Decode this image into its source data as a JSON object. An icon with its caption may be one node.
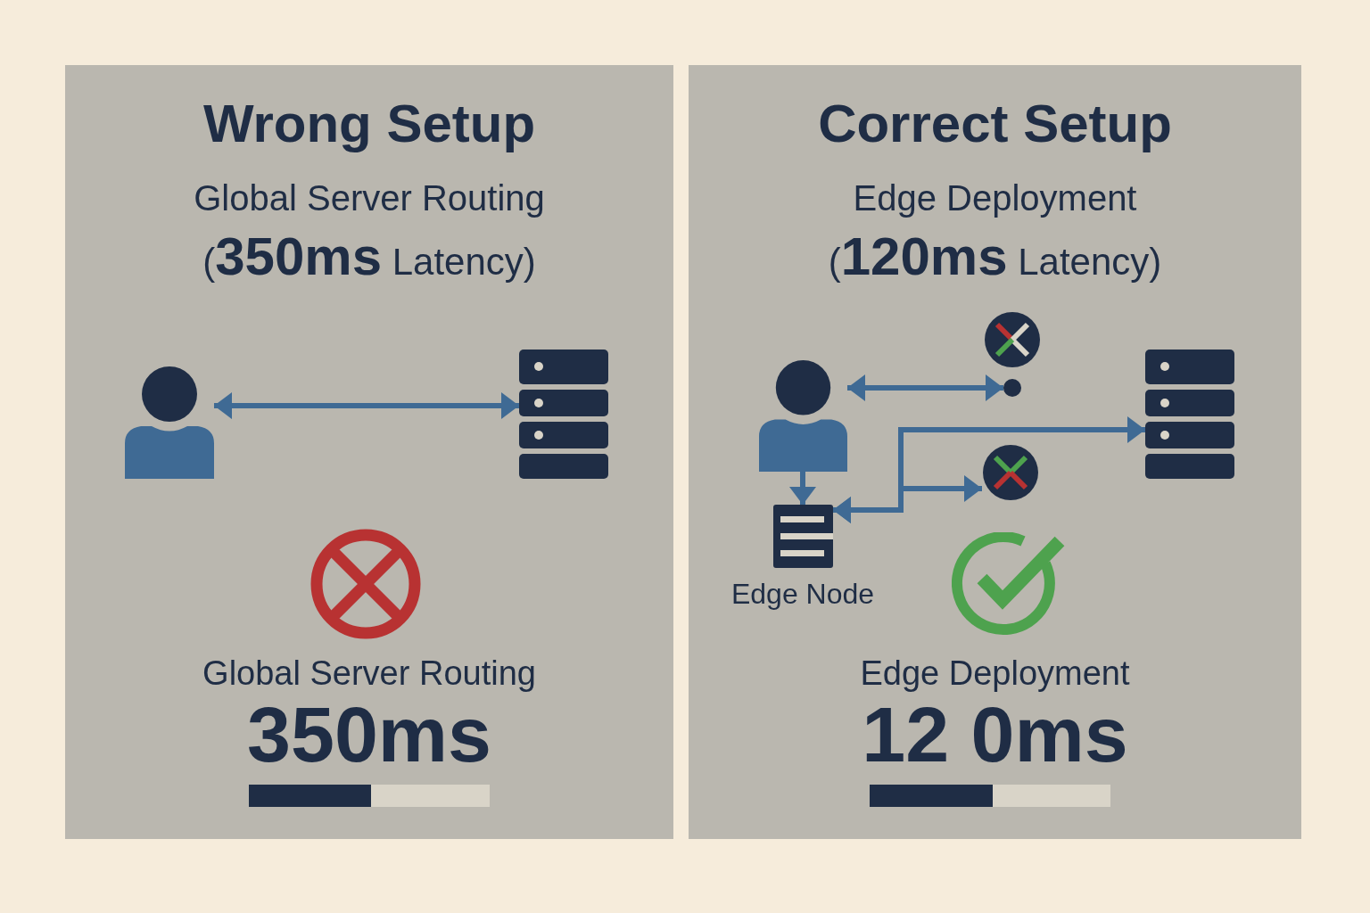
{
  "diagram": {
    "nodes": [
      {
        "text": [
          "Wrong Setup",
          "Global Server Routing",
          "(**350ms** Latency)",
          "Global Server Routing",
          "350ms"
        ]
      },
      {
        "text": [],
        "shape": "person",
        "in": 0
      },
      {
        "text": [],
        "shape": "server",
        "in": 0
      },
      {
        "text": [
          "Correct Setup",
          "Edge Deployment",
          "(**120ms** Latency)",
          "Edge Deployment",
          "12 0ms"
        ]
      },
      {
        "text": [],
        "shape": "person",
        "in": 3
      },
      {
        "text": [],
        "shape": "circle",
        "in": 3
      },
      {
        "text": [],
        "shape": "server",
        "in": 3
      },
      {
        "text": [],
        "shape": "circle",
        "in": 3
      },
      {
        "text": [],
        "shape": "box",
        "in": 3,
        "beside": [
          "Edge Node"
        ]
      }
    ],
    "edges": [
      {
        "from": 1,
        "to": 2,
        "arrow": "both"
      },
      {
        "from": 4,
        "to": 5,
        "arrow": "both"
      },
      {
        "from": 4,
        "to": 8,
        "arrow": "to"
      },
      {
        "from": 8,
        "to": 6,
        "arrow": "both"
      },
      {
        "from": 8,
        "to": 7,
        "arrow": "both"
      }
    ]
  }
}
